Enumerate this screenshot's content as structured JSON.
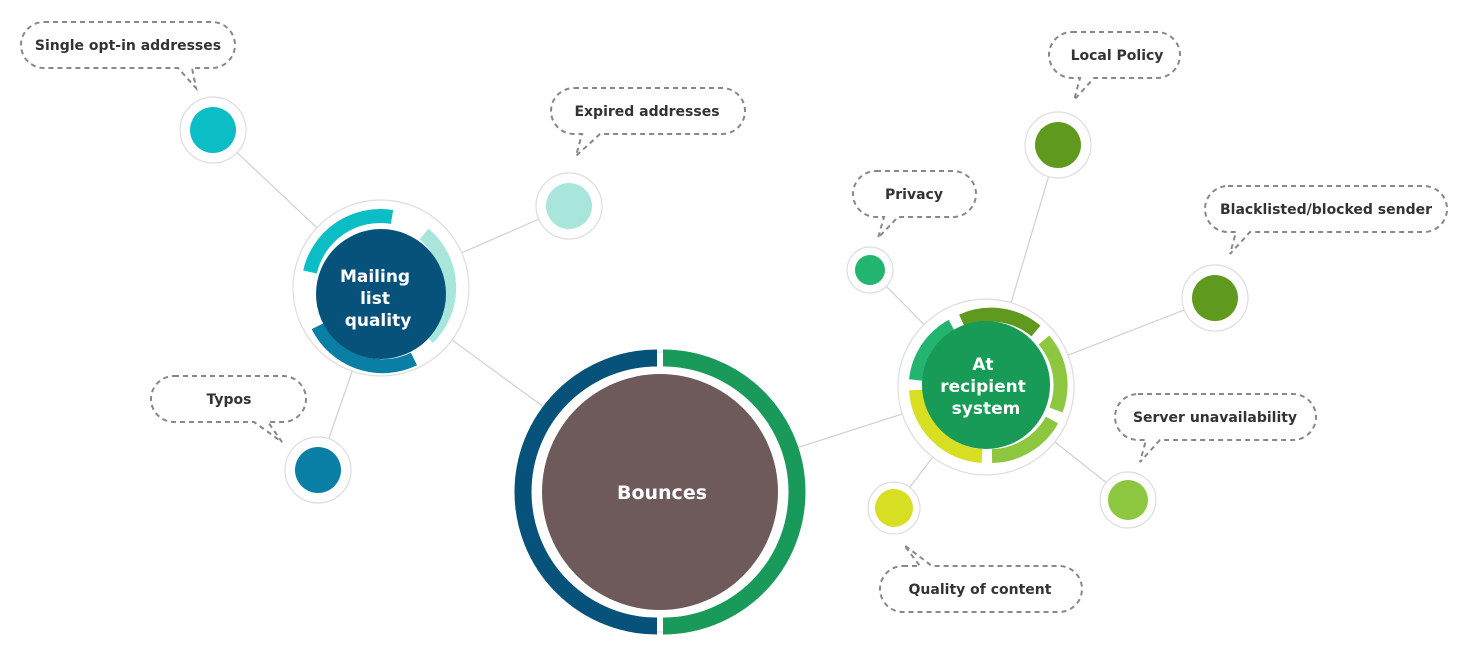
{
  "colors": {
    "main_fill": "#6e5a5a",
    "main_ring_left": "#06527a",
    "main_ring_right": "#1a9a5a",
    "mailing_hub": "#06527a",
    "recipient_hub": "#179b57"
  },
  "main_node": {
    "label": "Bounces"
  },
  "hubs": {
    "mailing": {
      "lines": [
        "Mailing",
        "list",
        "quality"
      ]
    },
    "recipient": {
      "lines": [
        "At",
        "recipient",
        "system"
      ]
    }
  },
  "leaves": {
    "single_opt_in": {
      "label": "Single opt-in addresses",
      "color": "#0bbec6"
    },
    "expired": {
      "label": "Expired addresses",
      "color": "#a8e6db"
    },
    "typos": {
      "label": "Typos",
      "color": "#0a7fa6"
    },
    "local_policy": {
      "label": "Local Policy",
      "color": "#5f9a1e"
    },
    "privacy": {
      "label": "Privacy",
      "color": "#23b570"
    },
    "blacklisted": {
      "label": "Blacklisted/blocked sender",
      "color": "#5f9a1e"
    },
    "server_unavailability": {
      "label": "Server unavailability",
      "color": "#8dc63f"
    },
    "quality_of_content": {
      "label": "Quality of content",
      "color": "#d8df22"
    }
  }
}
